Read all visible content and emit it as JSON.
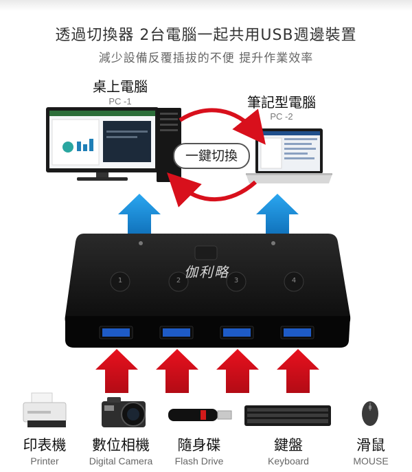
{
  "header": {
    "title": "透過切換器 2台電腦一起共用USB週邊裝置",
    "subtitle": "減少設備反覆插拔的不便 提升作業效率"
  },
  "computers": {
    "desktop": {
      "title": "桌上電腦",
      "label": "PC -1"
    },
    "laptop": {
      "title": "筆記型電腦",
      "label": "PC -2"
    }
  },
  "switch": {
    "label": "一鍵切換",
    "brand": "伽利略",
    "ports": [
      "1",
      "2",
      "3",
      "4"
    ]
  },
  "devices": [
    {
      "zh": "印表機",
      "en": "Printer"
    },
    {
      "zh": "數位相機",
      "en": "Digital Camera"
    },
    {
      "zh": "隨身碟",
      "en": "Flash Drive"
    },
    {
      "zh": "鍵盤",
      "en": "Keyboard"
    },
    {
      "zh": "滑鼠",
      "en": "MOUSE"
    }
  ],
  "colors": {
    "arrow_blue": "#1a8fd8",
    "arrow_red": "#d8101c",
    "usb_blue": "#1e5bc6"
  }
}
